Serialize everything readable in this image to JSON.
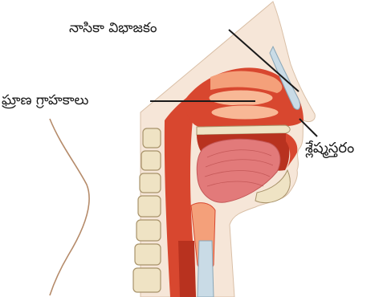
{
  "labels": {
    "nasal_septum": "నాసికా విభాజకం",
    "olfactory_receptors": "ఘ్రాణ గ్రాహకాలు",
    "mucous_membrane": "శ్లేష్మస్తరం"
  },
  "colors": {
    "tissue_light": "#f4a07a",
    "tissue_red": "#d8472f",
    "tissue_dark": "#b8321f",
    "muscle": "#e27a7a",
    "skin": "#f6e6d8",
    "bone": "#efe3c4",
    "cartilage": "#c9dbe6",
    "line": "#1a1a1a"
  }
}
